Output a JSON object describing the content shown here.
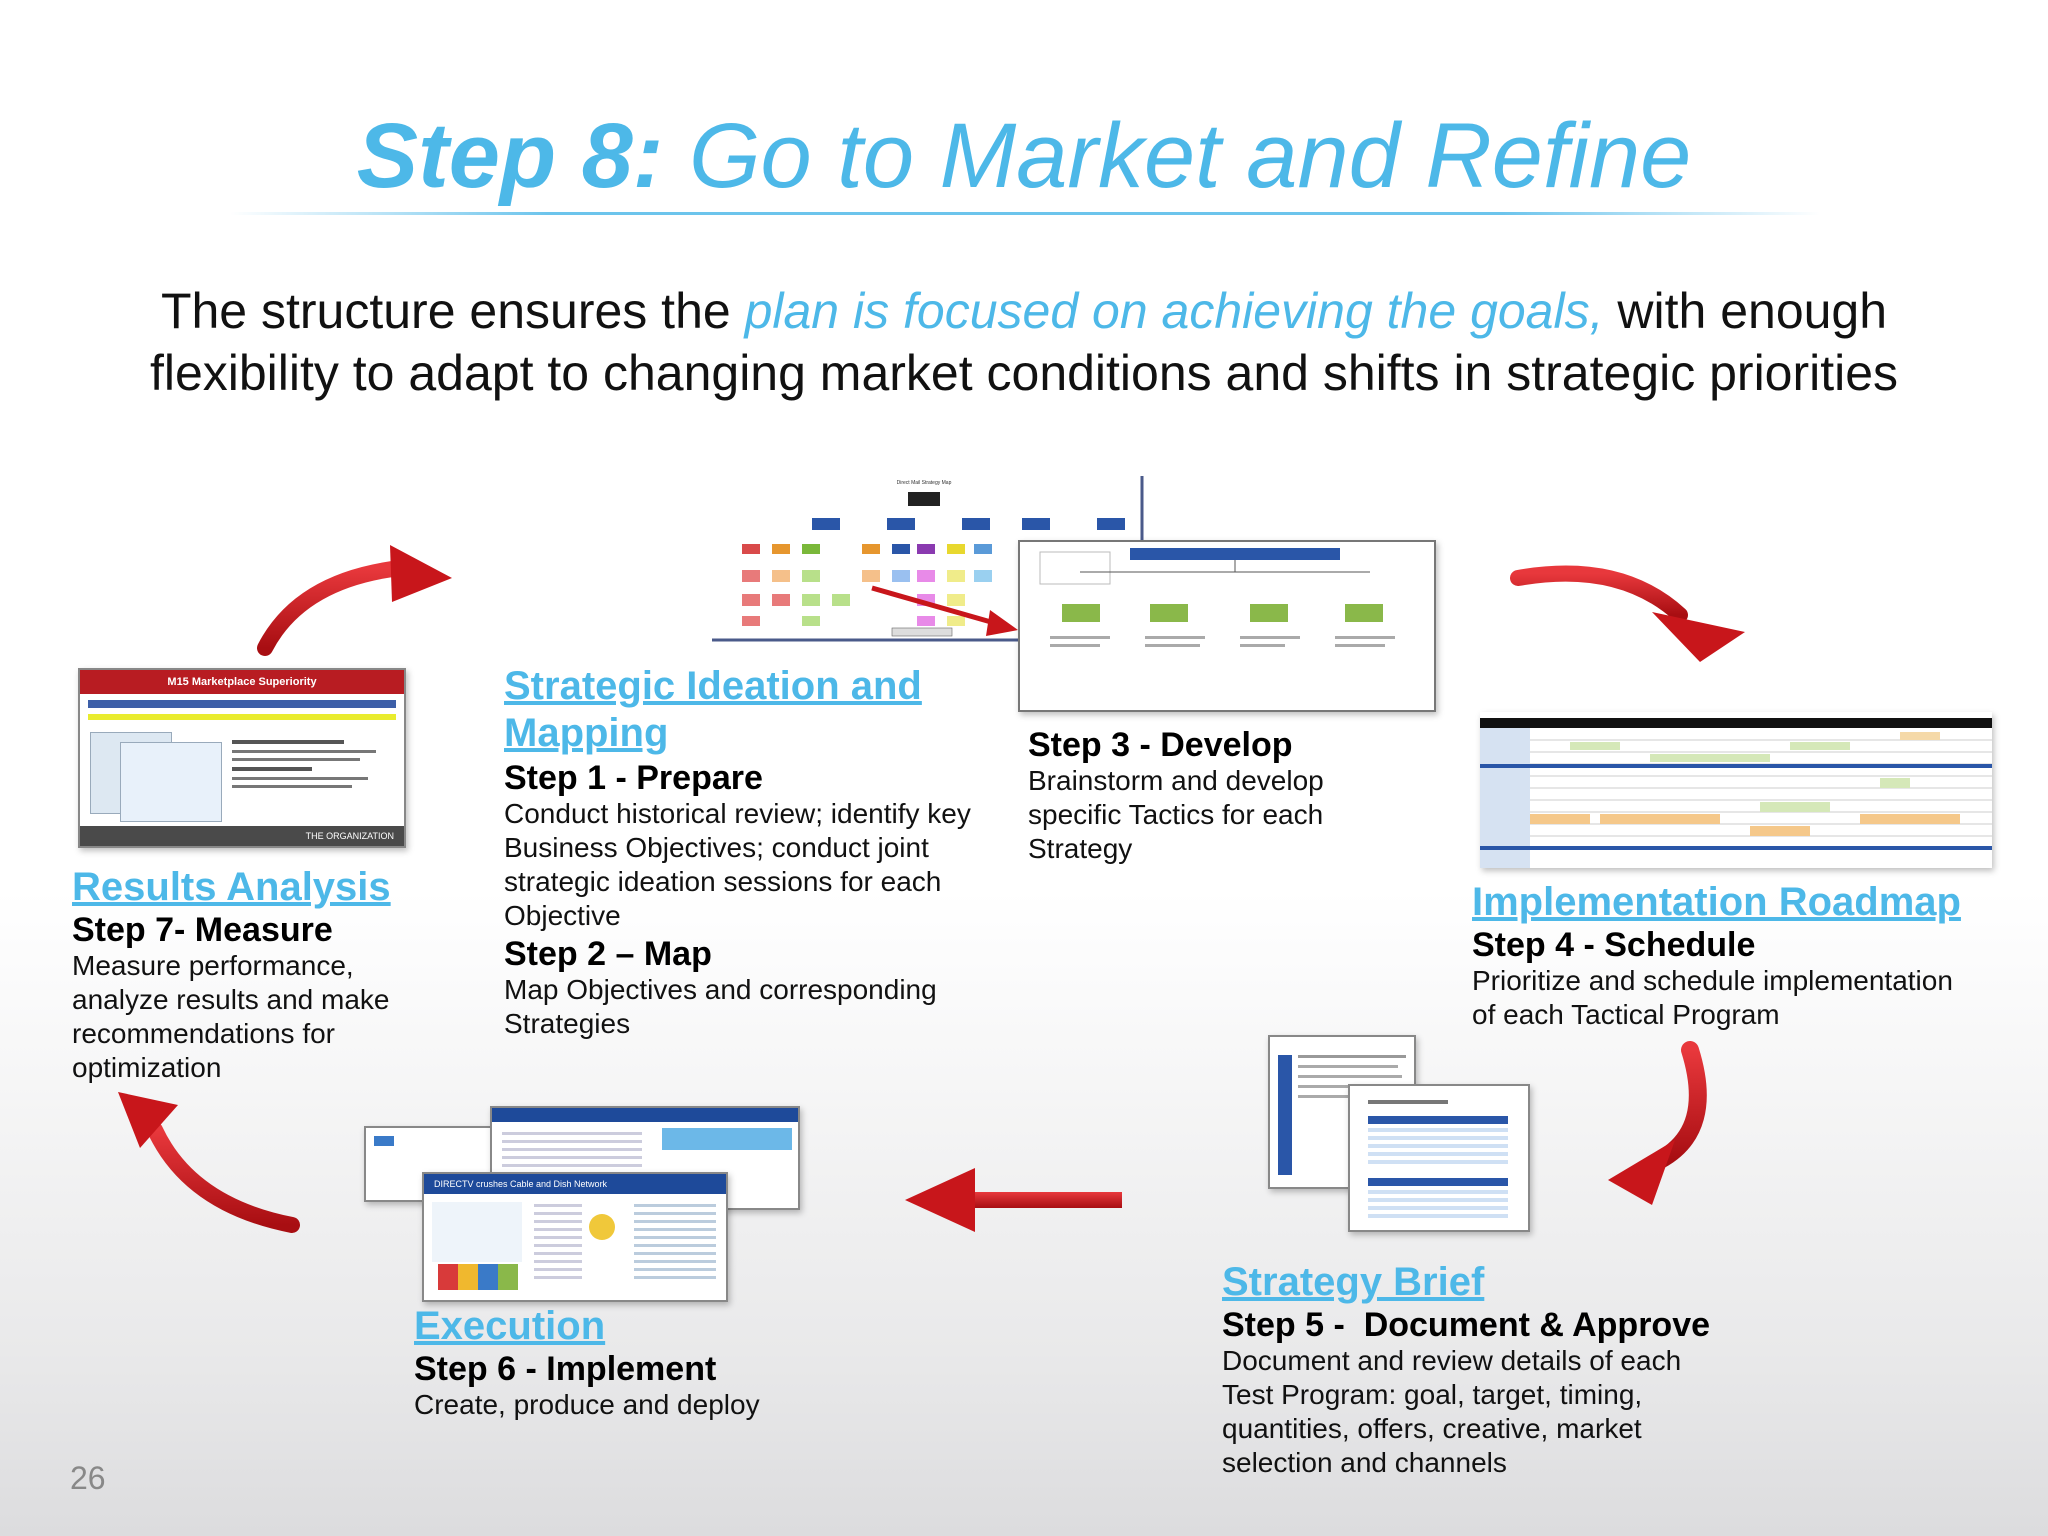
{
  "title": {
    "bold": "Step 8:",
    "rest": " Go to Market and Refine"
  },
  "subtitle": {
    "part1": "The structure ensures the ",
    "highlight": "plan is focused on achieving the goals,",
    "part2": " with enough flexibility to adapt to changing market conditions and shifts in strategic priorities"
  },
  "phases": {
    "results": {
      "title": "Results Analysis",
      "step": "Step 7- Measure",
      "desc": "Measure performance, analyze results and make recommendations  for optimization"
    },
    "ideation": {
      "title": "Strategic Ideation and Mapping",
      "step1": "Step 1 - Prepare",
      "desc1": "Conduct historical review; identify key Business Objectives; conduct joint strategic ideation sessions for each Objective",
      "step2": "Step 2 – Map",
      "desc2": "Map Objectives and corresponding Strategies"
    },
    "develop": {
      "step": "Step 3 - Develop",
      "desc": "Brainstorm and develop specific Tactics for each Strategy"
    },
    "roadmap": {
      "title": "Implementation Roadmap",
      "step": "Step 4 - Schedule",
      "desc": "Prioritize and schedule implementation of each Tactical Program"
    },
    "brief": {
      "title": "Strategy Brief",
      "step": "Step 5 -  Document & Approve",
      "desc": "Document  and review details of each Test Program: goal, target, timing, quantities, offers, creative, market selection  and channels"
    },
    "execution": {
      "title": "Execution",
      "step": "Step 6 - Implement",
      "desc": "Create, produce and deploy"
    }
  },
  "thumbnail_text": {
    "marketplace": "M15 Marketplace Superiority",
    "marketplace_footer": "THE  ORGANIZATION",
    "strategy_map_title": "Direct Mail Strategy Map",
    "directv": "DIRECTV crushes Cable and Dish Network"
  },
  "page_number": "26",
  "colors": {
    "accent": "#4db8e8",
    "arrow": "#cc1418"
  }
}
